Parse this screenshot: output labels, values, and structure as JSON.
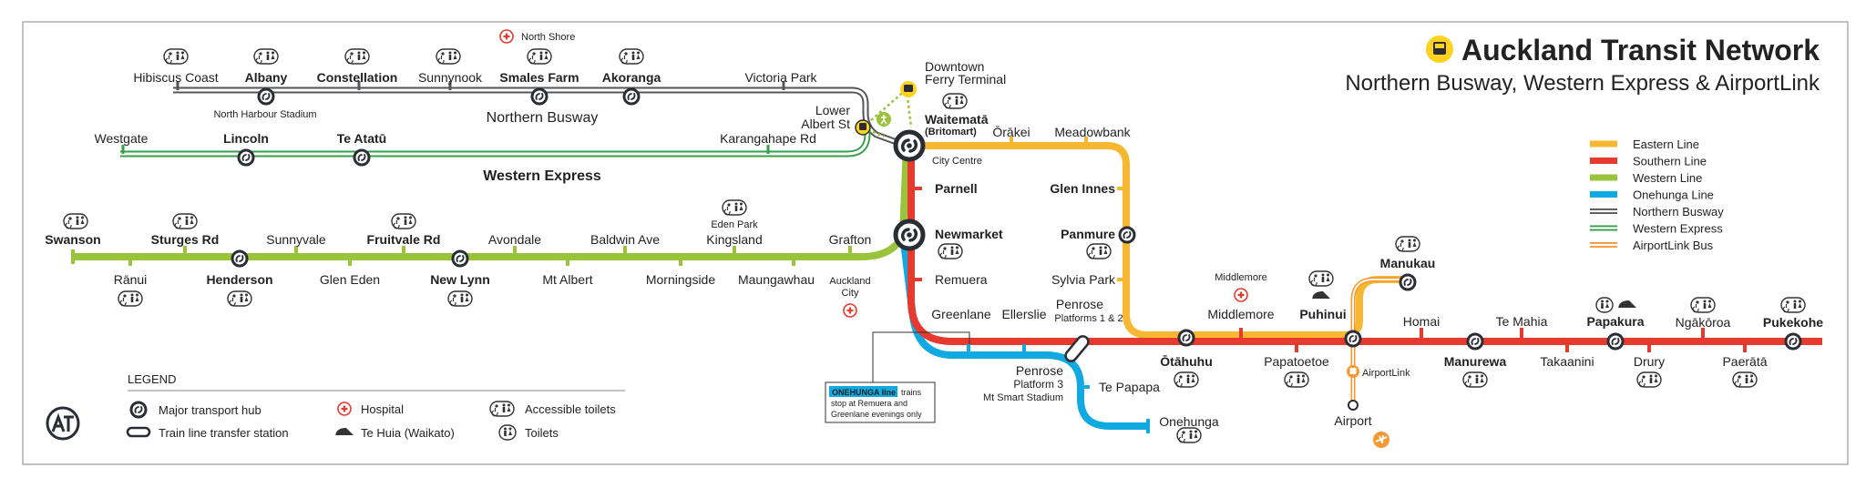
{
  "header": {
    "title": "Auckland Transit Network",
    "subtitle": "Northern Busway, Western Express & AirportLink"
  },
  "colors": {
    "eastern": "#f7b731",
    "southern": "#e63a2e",
    "western": "#9ac33c",
    "onehunga": "#10a9e1",
    "busway": "#55565a",
    "western_express": "#3a9e4a",
    "airportlink": "#f59a32",
    "hospital": "#e63a2e",
    "frame": "#9a9a9a"
  },
  "lines": {
    "northern_busway": "Northern Busway",
    "western_express": "Western Express"
  },
  "key": [
    {
      "label": "Eastern Line",
      "color": "#f7b731"
    },
    {
      "label": "Southern Line",
      "color": "#e63a2e"
    },
    {
      "label": "Western Line",
      "color": "#9ac33c"
    },
    {
      "label": "Onehunga Line",
      "color": "#10a9e1"
    },
    {
      "label": "Northern Busway",
      "color": "#55565a"
    },
    {
      "label": "Western Express",
      "color": "#3a9e4a"
    },
    {
      "label": "AirportLink Bus",
      "color": "#f59a32"
    }
  ],
  "legend": {
    "title": "LEGEND",
    "hub": "Major transport hub",
    "transfer": "Train line transfer station",
    "hospital": "Hospital",
    "te_huia": "Te Huia (Waikato)",
    "accessible": "Accessible toilets",
    "toilets": "Toilets"
  },
  "note": {
    "tag": "ONEHUNGA line",
    "line1": "trains",
    "line2": "stop at Remuera and",
    "line3": "Greenlane evenings only"
  },
  "labels": {
    "north_shore": "North Shore",
    "middlemore_hosp": "Middlemore",
    "auckland_city_1": "Auckland",
    "auckland_city_2": "City",
    "city_centre": "City Centre",
    "north_harbour": "North Harbour Stadium",
    "eden_park": "Eden Park",
    "airportlink": "AirportLink",
    "mt_smart": "Mt Smart Stadium"
  },
  "stations": {
    "hibiscus_coast": "Hibiscus Coast",
    "albany": "Albany",
    "constellation": "Constellation",
    "sunnynook": "Sunnynook",
    "smales_farm": "Smales Farm",
    "akoranga": "Akoranga",
    "victoria_park": "Victoria Park",
    "downtown_1": "Downtown",
    "downtown_2": "Ferry Terminal",
    "lower_albert_1": "Lower",
    "lower_albert_2": "Albert St",
    "waitemata_1": "Waitematā",
    "waitemata_2": "(Britomart)",
    "orakei": "Ōrākei",
    "meadowbank": "Meadowbank",
    "westgate": "Westgate",
    "lincoln": "Lincoln",
    "te_atatu": "Te Atatū",
    "karangahape": "Karangahape Rd",
    "parnell": "Parnell",
    "glen_innes": "Glen Innes",
    "swanson": "Swanson",
    "ranui": "Rānui",
    "sturges": "Sturges Rd",
    "henderson": "Henderson",
    "sunnyvale": "Sunnyvale",
    "glen_eden": "Glen Eden",
    "fruitvale": "Fruitvale Rd",
    "new_lynn": "New Lynn",
    "avondale": "Avondale",
    "mt_albert": "Mt Albert",
    "baldwin": "Baldwin Ave",
    "morningside": "Morningside",
    "kingsland": "Kingsland",
    "maungawhau": "Maungawhau",
    "grafton": "Grafton",
    "newmarket": "Newmarket",
    "remuera": "Remuera",
    "panmure": "Panmure",
    "sylvia_park": "Sylvia Park",
    "greenlane": "Greenlane",
    "ellerslie": "Ellerslie",
    "penrose_a1": "Penrose",
    "penrose_a2": "Platforms 1 & 2",
    "penrose_b1": "Penrose",
    "penrose_b2": "Platform 3",
    "te_papapa": "Te Papapa",
    "onehunga": "Onehunga",
    "otahuhu": "Ōtāhuhu",
    "middlemore": "Middlemore",
    "papatoetoe": "Papatoetoe",
    "puhinui": "Puhinui",
    "manukau": "Manukau",
    "airport": "Airport",
    "homai": "Homai",
    "manurewa": "Manurewa",
    "te_mahia": "Te Mahia",
    "takaanini": "Takaanini",
    "papakura": "Papakura",
    "drury": "Drury",
    "ngakoroa": "Ngākōroa",
    "paerata": "Paerātā",
    "pukekohe": "Pukekohe"
  }
}
